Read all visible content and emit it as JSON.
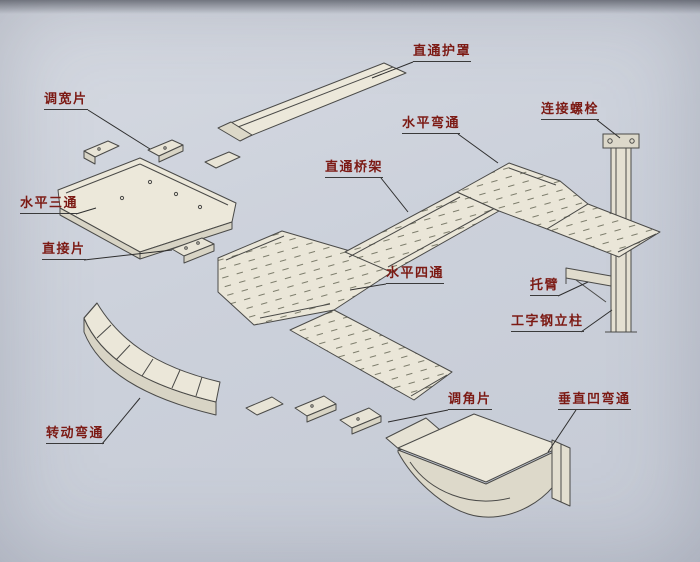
{
  "labels": [
    {
      "id": "straight-cover",
      "text": "直通护罩"
    },
    {
      "id": "width-adjust-piece",
      "text": "调宽片"
    },
    {
      "id": "horizontal-bend",
      "text": "水平弯通"
    },
    {
      "id": "connecting-bolt",
      "text": "连接螺栓"
    },
    {
      "id": "straight-tray",
      "text": "直通桥架"
    },
    {
      "id": "horizontal-tee",
      "text": "水平三通"
    },
    {
      "id": "direct-piece",
      "text": "直接片"
    },
    {
      "id": "horizontal-cross",
      "text": "水平四通"
    },
    {
      "id": "support-arm",
      "text": "托臂"
    },
    {
      "id": "i-beam-column",
      "text": "工字钢立柱"
    },
    {
      "id": "angle-adjust-piece",
      "text": "调角片"
    },
    {
      "id": "vertical-concave-bend",
      "text": "垂直凹弯通"
    },
    {
      "id": "rotating-bend",
      "text": "转动弯通"
    }
  ],
  "colors": {
    "label_text": "#7c1a14",
    "leader_line": "#2e2e2e",
    "outline": "#4a4a48",
    "paper": "#ccd1db",
    "tray_fill": "#eae6d8",
    "wall_fill": "#d8d4c5"
  }
}
